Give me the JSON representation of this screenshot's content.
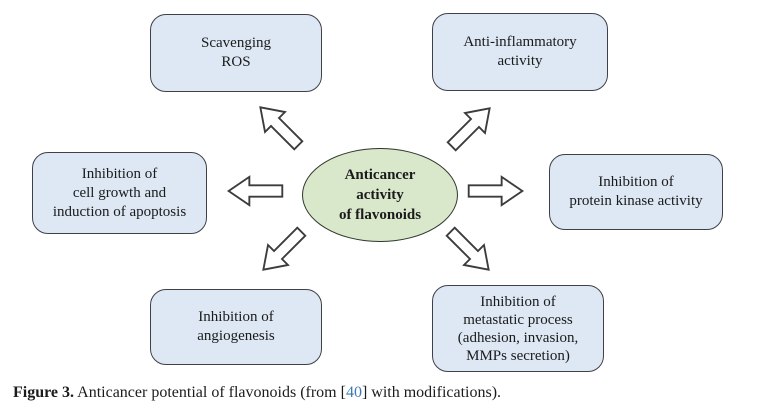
{
  "figure": {
    "center": {
      "label": "Anticancer\nactivity\nof flavonoids"
    },
    "nodes": [
      {
        "id": "scavenging-ros",
        "label": "Scavenging\nROS"
      },
      {
        "id": "anti-inflammatory",
        "label": "Anti-inflammatory\nactivity"
      },
      {
        "id": "cell-growth-apoptosis",
        "label": "Inhibition of\ncell growth and\ninduction of apoptosis"
      },
      {
        "id": "protein-kinase",
        "label": "Inhibition of\nprotein kinase activity"
      },
      {
        "id": "angiogenesis",
        "label": "Inhibition of\nangiogenesis"
      },
      {
        "id": "metastatic-process",
        "label": "Inhibition of\nmetastatic process\n(adhesion, invasion,\nMMPs secretion)"
      }
    ],
    "arrows": [
      "arrow-up-left",
      "arrow-up-right",
      "arrow-left",
      "arrow-right",
      "arrow-down-left",
      "arrow-down-right"
    ]
  },
  "caption": {
    "label": "Figure 3.",
    "before_ref": " Anticancer potential of flavonoids (from [",
    "ref": "40",
    "after_ref": "] with modifications)."
  },
  "colors": {
    "box_fill": "#dde8f4",
    "box_border": "#3f4147",
    "ellipse_fill": "#d9e7cb",
    "ellipse_border": "#2e372c",
    "arrow_stroke": "#3c3c3c",
    "text": "#1b1b1b",
    "ref_link": "#3d7ab5"
  }
}
